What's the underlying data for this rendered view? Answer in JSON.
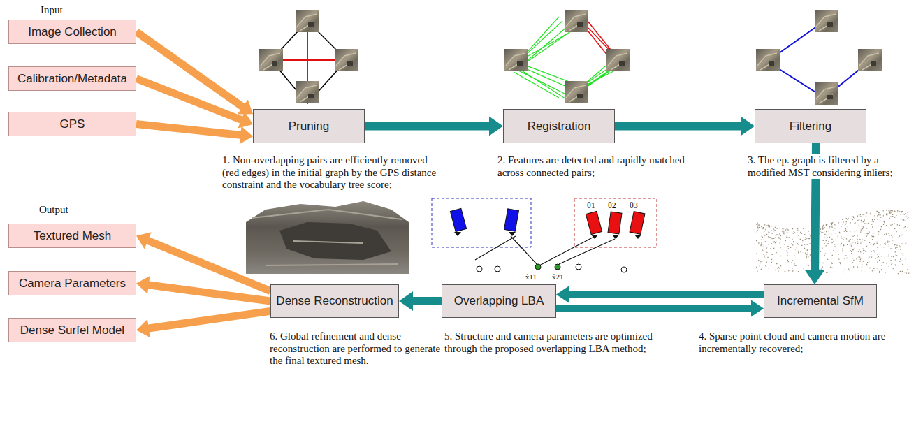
{
  "diagram": {
    "nodes": [
      {
        "text": [
          "Image Collection"
        ]
      },
      {
        "text": [
          "Calibration/Metadata"
        ]
      },
      {
        "text": [
          "GPS"
        ]
      },
      {
        "text": [
          "Pruning"
        ]
      },
      {
        "text": [
          "Registration"
        ]
      },
      {
        "text": [
          "Filtering"
        ]
      },
      {
        "text": [
          "Incremental SfM"
        ]
      },
      {
        "text": [
          "Overlapping LBA"
        ]
      },
      {
        "text": [
          "Dense Reconstruction"
        ]
      },
      {
        "text": [
          "Textured Mesh"
        ]
      },
      {
        "text": [
          "Camera Parameters"
        ]
      },
      {
        "text": [
          "Dense Surfel Model"
        ]
      }
    ],
    "edges": [
      {
        "from": 0,
        "to": 3,
        "arrow": "to"
      },
      {
        "from": 1,
        "to": 3,
        "arrow": "to"
      },
      {
        "from": 2,
        "to": 3,
        "arrow": "to"
      },
      {
        "from": 3,
        "to": 4,
        "arrow": "to"
      },
      {
        "from": 4,
        "to": 5,
        "arrow": "to"
      },
      {
        "from": 5,
        "to": 6,
        "arrow": "to"
      },
      {
        "from": 6,
        "to": 7,
        "arrow": "to"
      },
      {
        "from": 7,
        "to": 6,
        "arrow": "to"
      },
      {
        "from": 7,
        "to": 8,
        "arrow": "to"
      },
      {
        "from": 8,
        "to": 9,
        "arrow": "to"
      },
      {
        "from": 8,
        "to": 10,
        "arrow": "to"
      },
      {
        "from": 8,
        "to": 11,
        "arrow": "to"
      }
    ],
    "labels": [
      "Input",
      "Output",
      "1. Non-overlapping pairs are efficiently removed (red edges) in the initial graph by the GPS distance constraint and the vocabulary tree score;",
      "2. Features are detected and rapidly matched across connected pairs;",
      "3. The ep. graph is filtered by a modified MST considering inliers;",
      "4. Sparse point cloud and camera motion are incrementally recovered;",
      "5. Structure and camera parameters are optimized through the proposed overlapping LBA method;",
      "6. Global refinement and dense reconstruction are performed to generate the final textured mesh.",
      "θ1",
      "θ2",
      "θ3",
      "x̂11",
      "x̂21"
    ]
  }
}
